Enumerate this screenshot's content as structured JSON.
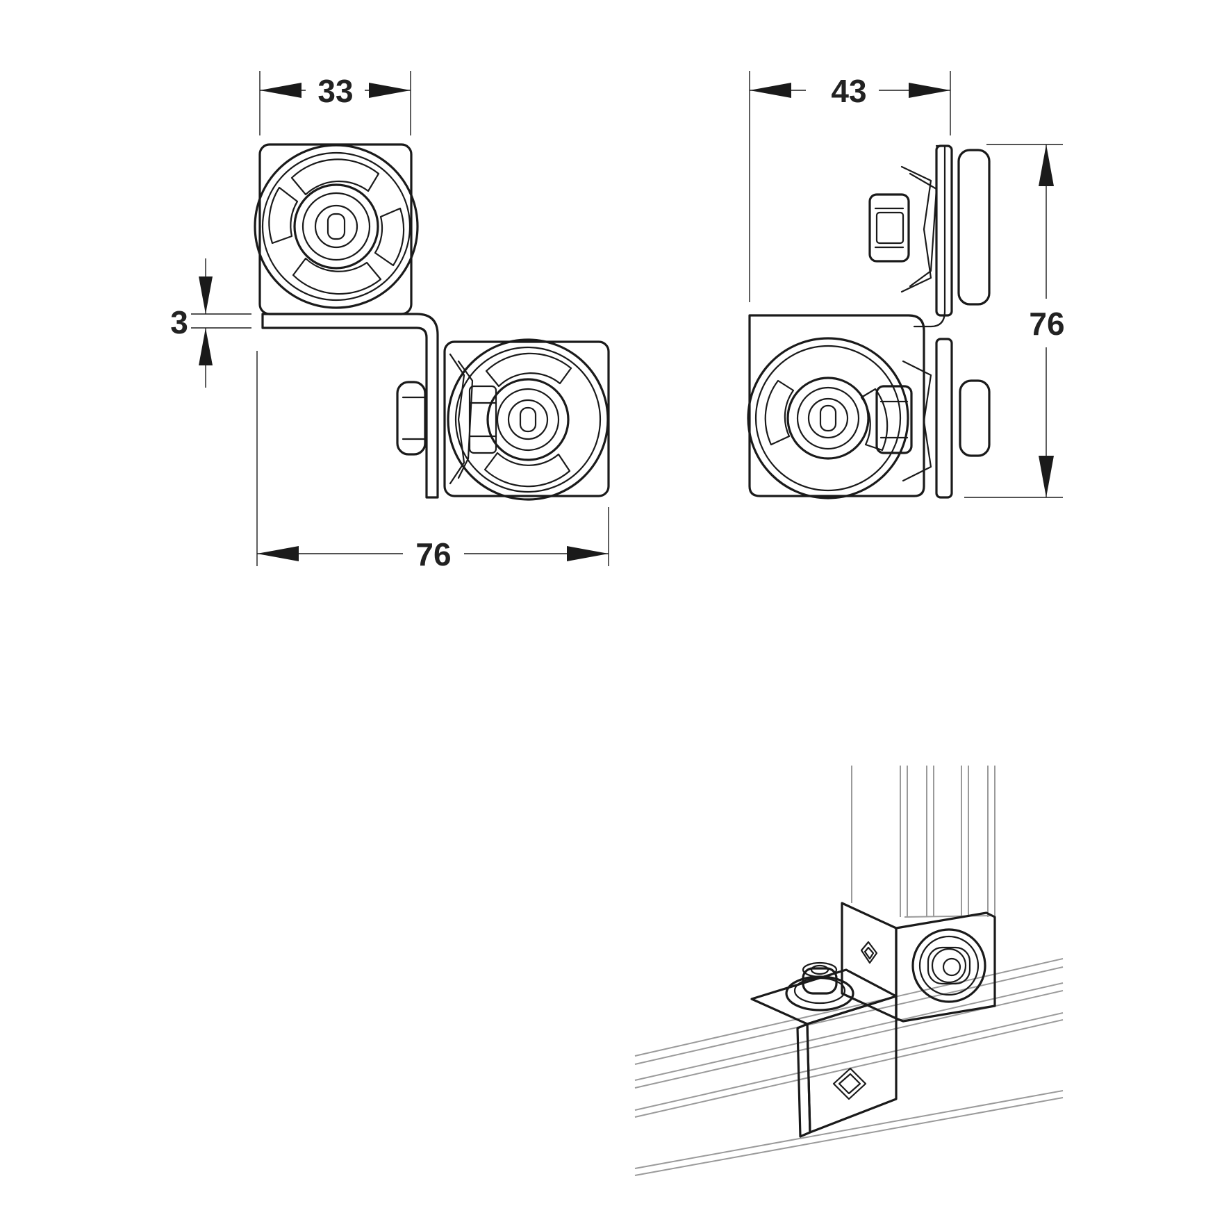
{
  "dimensions": {
    "top_width_left": "33",
    "gap_thickness": "3",
    "overall_width_front": "76",
    "top_width_right": "43",
    "overall_height_side": "76"
  },
  "colors": {
    "line": "#1a1a1a",
    "profile_line": "#9a9a9a",
    "background": "#ffffff"
  },
  "icons": {
    "front_view": "corner-connector-front-view",
    "side_view": "corner-connector-side-view",
    "installed_view": "corner-connector-installed-perspective"
  }
}
